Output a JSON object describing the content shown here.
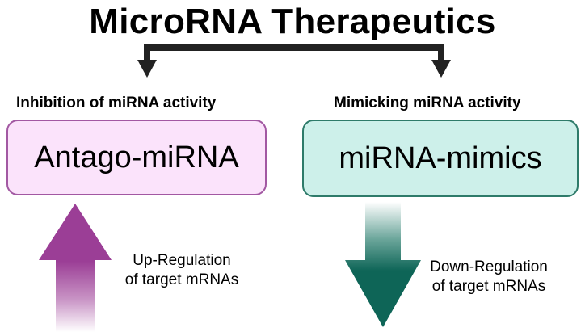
{
  "title": "MicroRNA Therapeutics",
  "branches": {
    "left": {
      "subtitle": "Inhibition of  miRNA activity",
      "box_label": "Antago-miRNA",
      "box_fill": "#fbe3fb",
      "box_border": "#a258a2",
      "arrow_color": "#9b3e96",
      "arrow_direction": "up",
      "caption_line1": "Up-Regulation",
      "caption_line2": "of target mRNAs"
    },
    "right": {
      "subtitle": "Mimicking miRNA activity",
      "box_label": "miRNA-mimics",
      "box_fill": "#cdf0ea",
      "box_border": "#2e7b6a",
      "arrow_color": "#0e6557",
      "arrow_direction": "down",
      "caption_line1": "Down-Regulation",
      "caption_line2": "of target mRNAs"
    }
  },
  "connector_color": "#222222"
}
